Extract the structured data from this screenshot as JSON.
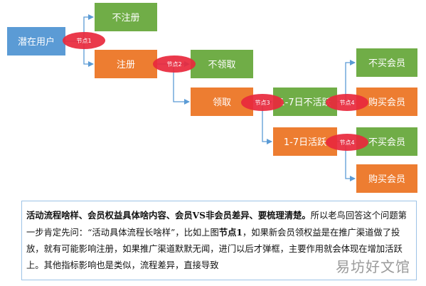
{
  "diagram": {
    "boxes": [
      {
        "id": "user",
        "label": "潜在用户",
        "color": "#5b9bd5"
      },
      {
        "id": "no_reg",
        "label": "不注册",
        "color": "#70ad47"
      },
      {
        "id": "reg",
        "label": "注册",
        "color": "#ed7d31"
      },
      {
        "id": "no_claim",
        "label": "不领取",
        "color": "#70ad47"
      },
      {
        "id": "claim",
        "label": "领取",
        "color": "#ed7d31"
      },
      {
        "id": "inactive",
        "label": "1-7日不活跃",
        "color": "#70ad47"
      },
      {
        "id": "active",
        "label": "1-7日活跃",
        "color": "#ed7d31"
      },
      {
        "id": "no_buy_1",
        "label": "不买会员",
        "color": "#70ad47"
      },
      {
        "id": "buy_1",
        "label": "购买会员",
        "color": "#ed7d31"
      },
      {
        "id": "no_buy_2",
        "label": "不买会员",
        "color": "#70ad47"
      },
      {
        "id": "buy_2",
        "label": "购买会员",
        "color": "#ed7d31"
      }
    ],
    "nodes": [
      {
        "id": "n1",
        "label": "节点1"
      },
      {
        "id": "n2",
        "label": "节点2"
      },
      {
        "id": "n3",
        "label": "节点3"
      },
      {
        "id": "n4a",
        "label": "节点4"
      },
      {
        "id": "n4b",
        "label": "节点4"
      }
    ],
    "colors": {
      "arrow": "#5b9bd5",
      "node": "#e8283c"
    }
  },
  "paragraph": {
    "bold_1": "活动流程啥样、会员权益具体啥内容、会员VS非会员差异、要梳理清楚。",
    "text_1": "所以老鸟回答这个问题第一步肯定先问：“活动具体流程长啥样”，比如上图",
    "bold_2": "节点1",
    "text_2": "，如果新会员领权益是在推广渠道做了投放，就有可能影响注册，如果推广渠道默默无闻，进门以后才弹框，主要作用就会体现在增加活跃上。其他指标影响也是类似，流程差异，直接导致"
  },
  "watermark": "易坊好文馆"
}
